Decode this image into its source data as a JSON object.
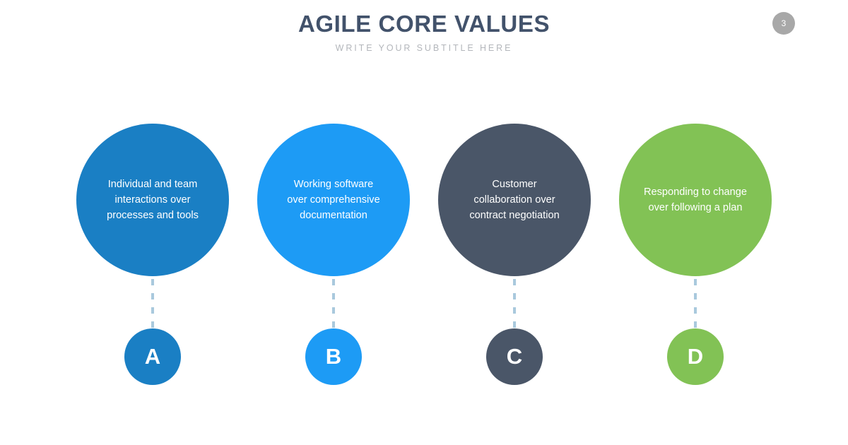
{
  "header": {
    "title": "AGILE CORE VALUES",
    "subtitle": "WRITE YOUR SUBTITLE HERE"
  },
  "page_badge": {
    "number": "3",
    "color": "#a8a8a8"
  },
  "colors": {
    "background": "#ffffff",
    "title": "#42526b",
    "subtitle": "#b3b6bb",
    "connector": "#a9c9dd"
  },
  "columns": [
    {
      "letter": "A",
      "color": "#1a7fc4",
      "lines": [
        "Individual and team",
        "interactions over",
        "processes and tools"
      ]
    },
    {
      "letter": "B",
      "color": "#1d9bf5",
      "lines": [
        "Working software",
        "over comprehensive",
        "documentation"
      ]
    },
    {
      "letter": "C",
      "color": "#4a5668",
      "lines": [
        "Customer",
        "collaboration over",
        "contract negotiation"
      ]
    },
    {
      "letter": "D",
      "color": "#82c255",
      "lines": [
        "Responding to change",
        "over following a plan"
      ]
    }
  ]
}
